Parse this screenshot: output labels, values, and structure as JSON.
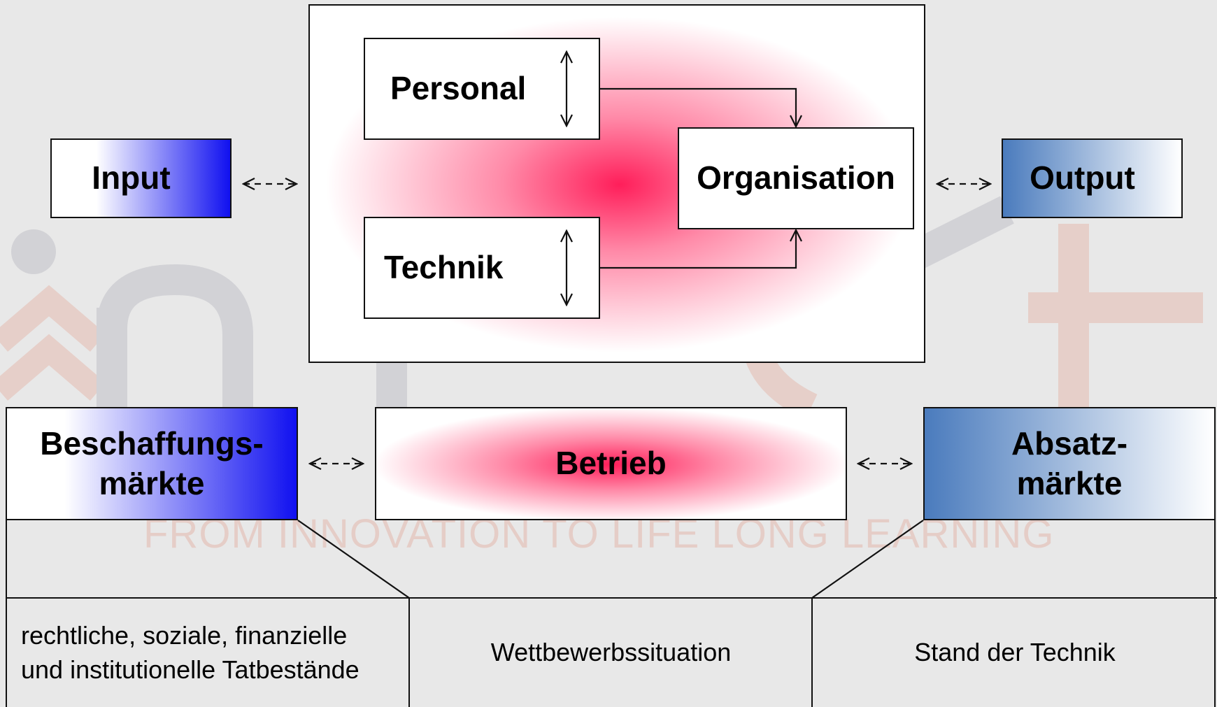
{
  "watermark": {
    "slogan": "FROM INNOVATION TO LIFE LONG LEARNING"
  },
  "diagram": {
    "system": {
      "personal": "Personal",
      "technik": "Technik",
      "organisation": "Organisation"
    },
    "input": "Input",
    "output": "Output",
    "markets": {
      "beschaffung": "Beschaffungs-\nmärkte",
      "betrieb": "Betrieb",
      "absatz": "Absatz-\nmärkte"
    },
    "environment": {
      "legal": "rechtliche, soziale, finanzielle\nund institutionelle Tatbestände",
      "competition": "Wettbewerbssituation",
      "technology": "Stand der Technik"
    }
  },
  "colors": {
    "background": "#e8e8e8",
    "input_blue": "#1010f0",
    "output_blue": "#4a7bbd",
    "core_red": "#ff1e5a"
  }
}
